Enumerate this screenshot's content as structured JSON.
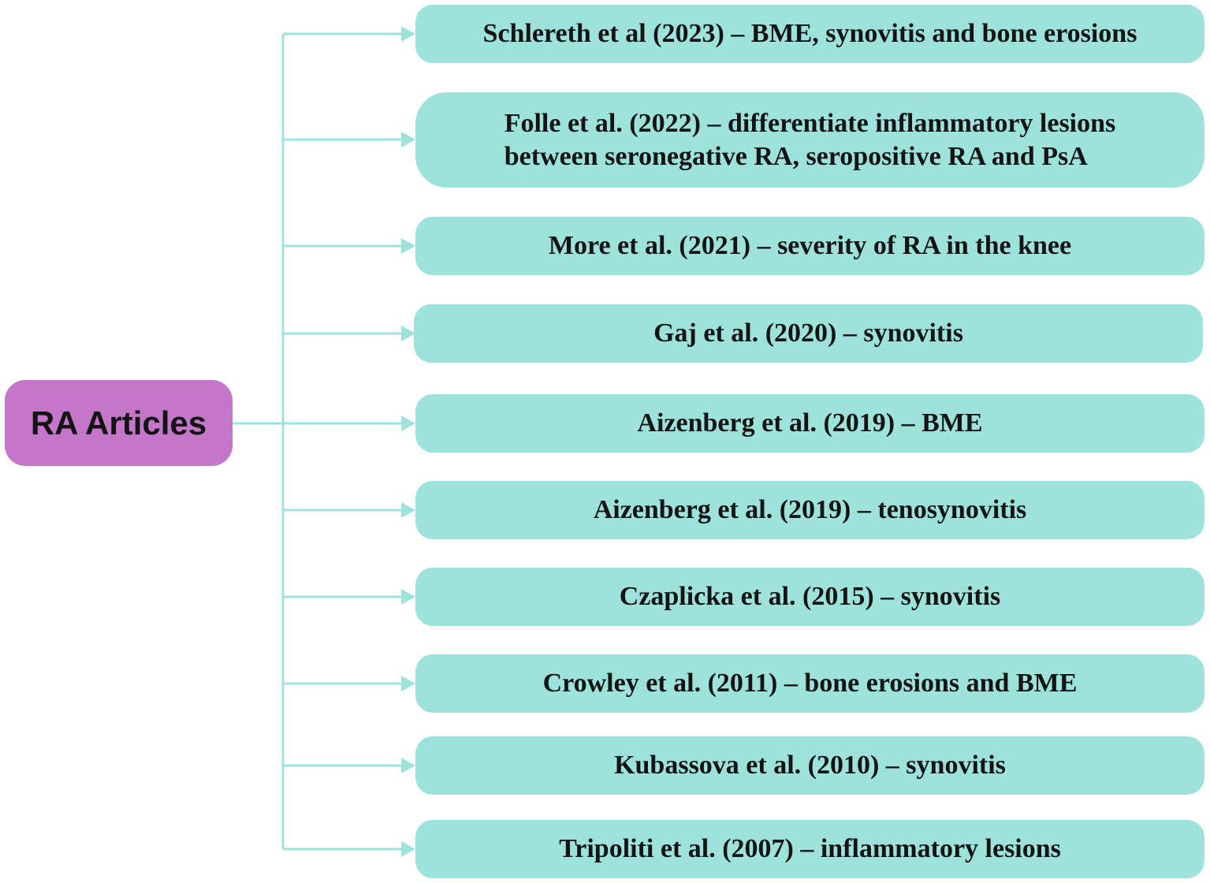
{
  "root": {
    "label": "RA Articles"
  },
  "articles": [
    {
      "text": "Schlereth et al (2023) – BME, synovitis and bone erosions"
    },
    {
      "text": "Folle et al. (2022) – differentiate inflammatory lesions\nbetween seronegative RA, seropositive RA and PsA"
    },
    {
      "text": "More et al. (2021) – severity of RA in the knee"
    },
    {
      "text": "Gaj et al. (2020) – synovitis"
    },
    {
      "text": "Aizenberg et al. (2019) – BME"
    },
    {
      "text": "Aizenberg et al. (2019) – tenosynovitis"
    },
    {
      "text": "Czaplicka et al. (2015) – synovitis"
    },
    {
      "text": "Crowley et al. (2011) – bone erosions and BME"
    },
    {
      "text": "Kubassova et al. (2010) – synovitis"
    },
    {
      "text": "Tripoliti et al. (2007) – inflammatory lesions"
    }
  ],
  "colors": {
    "root_fill": "#c477c9",
    "box_fill": "#9ee2dc",
    "connector": "#9ee2dc",
    "text": "#141414"
  }
}
